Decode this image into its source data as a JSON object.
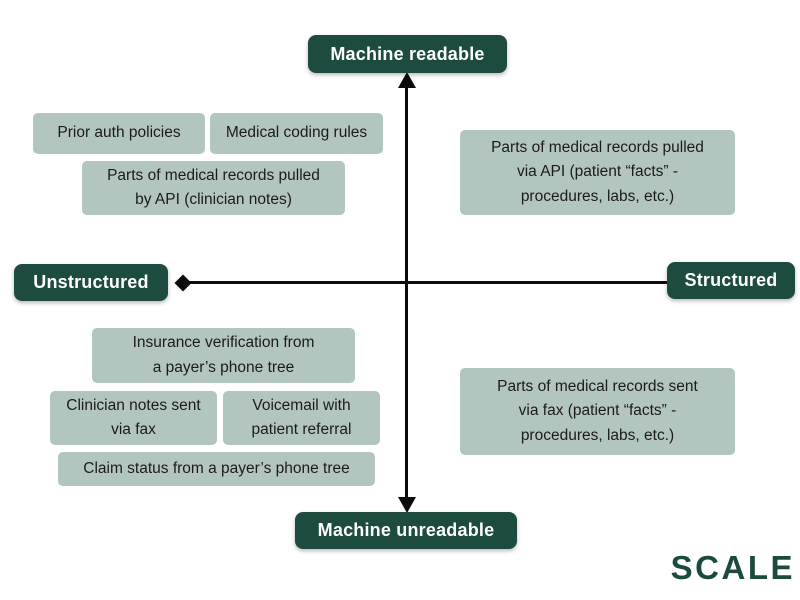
{
  "axes": {
    "top": "Machine readable",
    "bottom": "Machine unreadable",
    "left": "Unstructured",
    "right": "Structured"
  },
  "items": {
    "prior_auth": "Prior auth policies",
    "medical_coding": "Medical coding rules",
    "records_pulled_api_notes": "Parts of medical records pulled\nby API (clinician notes)",
    "records_pulled_api_facts": "Parts of medical records pulled\nvia API (patient “facts” -\nprocedures, labs, etc.)",
    "insurance_verification": "Insurance verification from\na payer’s phone tree",
    "clinician_notes_fax": "Clinician notes sent\nvia fax",
    "voicemail_referral": "Voicemail with\npatient referral",
    "claim_status": "Claim status from a payer’s phone tree",
    "records_sent_fax_facts": "Parts of medical records sent\nvia fax (patient “facts” -\nprocedures, labs, etc.)"
  },
  "logo": {
    "text": "SCALE"
  },
  "colors": {
    "badge_green": "#1e4b40",
    "box_sage": "#b3c5bf",
    "axis_black": "#0b0b0b",
    "box_text": "#1b1b1b",
    "logo_green": "#1d4a3f"
  }
}
